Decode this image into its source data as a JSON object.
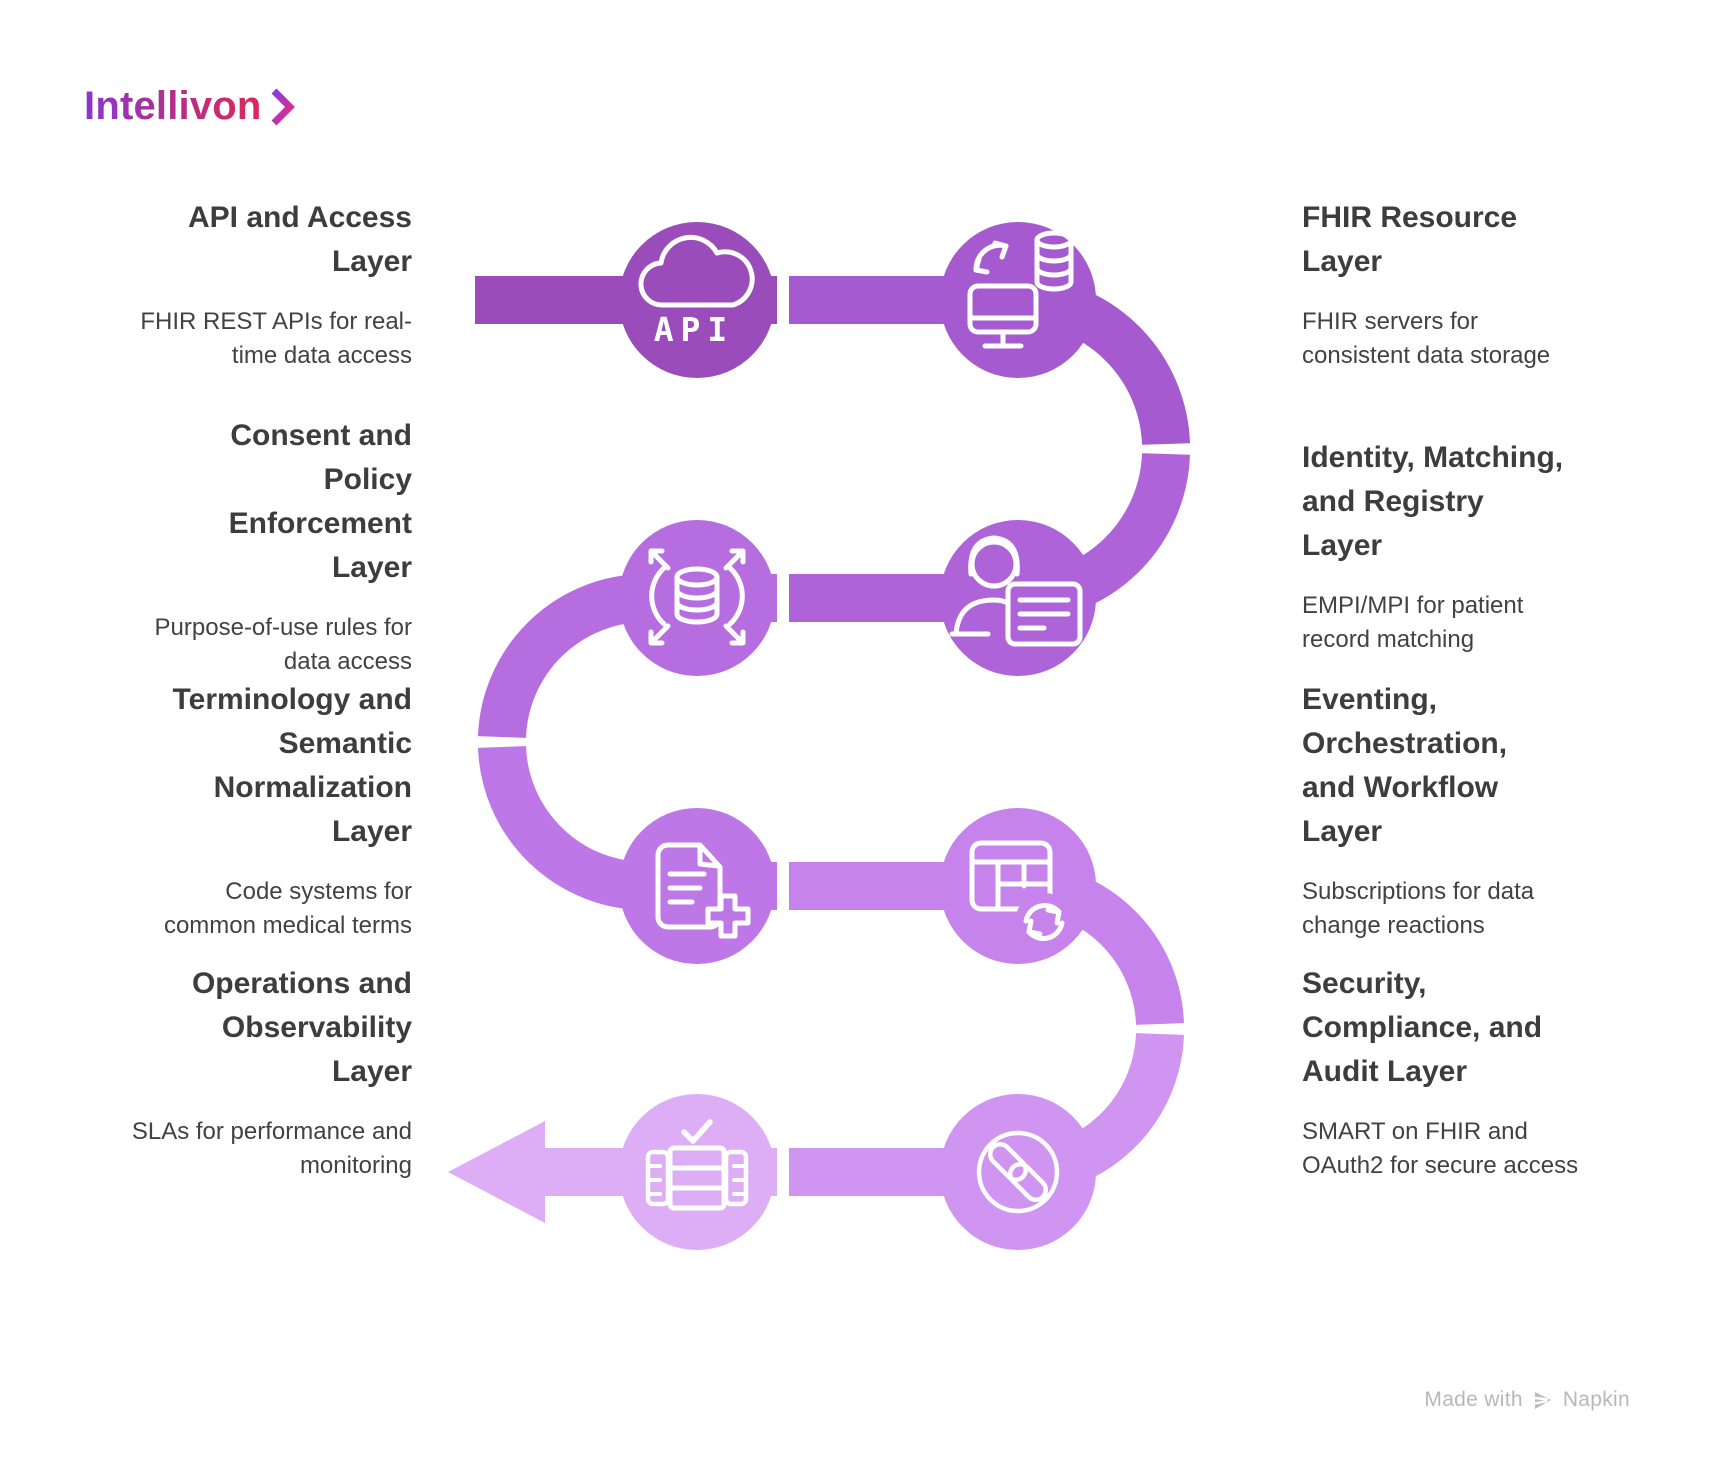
{
  "brand": {
    "name": "Intellivon",
    "chevron_icon": "chevron-right"
  },
  "left_column": [
    {
      "title": "API and Access\nLayer",
      "description": "FHIR REST APIs for real-\ntime data access"
    },
    {
      "title": "Consent and\nPolicy\nEnforcement\nLayer",
      "description": "Purpose-of-use rules for\ndata access"
    },
    {
      "title": "Terminology and\nSemantic\nNormalization\nLayer",
      "description": "Code systems for\ncommon medical terms"
    },
    {
      "title": "Operations and\nObservability\nLayer",
      "description": "SLAs for performance and\nmonitoring"
    }
  ],
  "right_column": [
    {
      "title": "FHIR Resource\nLayer",
      "description": "FHIR servers for\nconsistent data storage"
    },
    {
      "title": "Identity, Matching,\nand Registry\nLayer",
      "description": "EMPI/MPI for patient\nrecord matching"
    },
    {
      "title": "Eventing,\nOrchestration,\nand Workflow\nLayer",
      "description": "Subscriptions for data\nchange reactions"
    },
    {
      "title": "Security,\nCompliance, and\nAudit Layer",
      "description": "SMART on FHIR and\nOAuth2 for secure access"
    }
  ],
  "flow": {
    "api_label": "API",
    "icons": [
      "cloud-api",
      "data-sync-monitor",
      "data-distribution",
      "patient-identity-card",
      "document-add",
      "table-refresh",
      "oauth-interlock",
      "server-rack-check"
    ]
  },
  "footer": {
    "made_with": "Made with",
    "brand": "Napkin"
  },
  "colors": {
    "segments": [
      "#9b4cbb",
      "#a65ad0",
      "#ae64d8",
      "#b56de0",
      "#bd77e6",
      "#c683ec",
      "#d095f1",
      "#ddaef6"
    ],
    "title_text": "#3d3d3d",
    "logo_gradient_start": "#8a36cf",
    "logo_gradient_end": "#e3245c"
  }
}
